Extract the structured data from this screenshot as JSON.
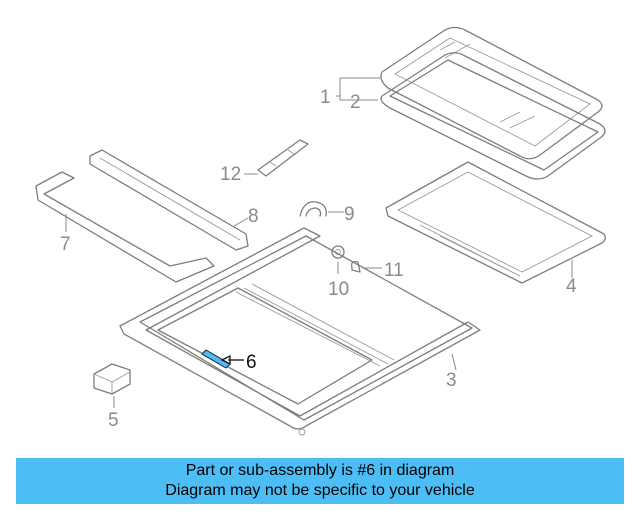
{
  "callouts": {
    "c1": "1",
    "c2": "2",
    "c3": "3",
    "c4": "4",
    "c5": "5",
    "c6": "6",
    "c7": "7",
    "c8": "8",
    "c9": "9",
    "c10": "10",
    "c11": "11",
    "c12": "12"
  },
  "highlighted_part": "6",
  "colors": {
    "highlight": "#4dbef5",
    "line": "#7d7d7d",
    "banner": "#4dbef5"
  },
  "banner": {
    "line1": "Part or sub-assembly is #6 in diagram",
    "line2": "Diagram may not be specific to your vehicle"
  }
}
